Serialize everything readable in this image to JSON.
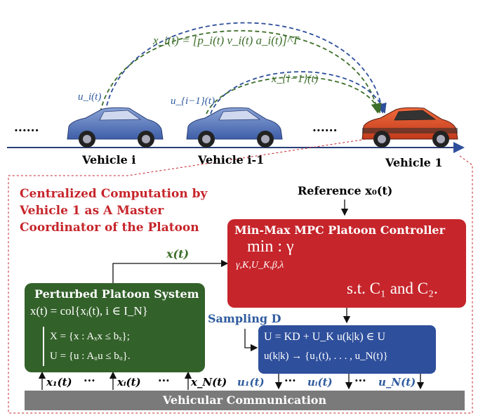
{
  "vehicles": {
    "dots_left": "......",
    "dots_mid": "......",
    "vehicle_i": "Vehicle i",
    "vehicle_i_minus_1": "Vehicle i-1",
    "vehicle_1": "Vehicle 1",
    "u_i": "u_i(t)",
    "u_i_minus_1": "u_{i−1}(t)",
    "state_eq": "x_i(t) = [p_i(t)   v_i(t)   a_i(t)]^T",
    "state_prev": "x_{i−1}(t)"
  },
  "coordination": {
    "title_line1": "Centralized Computation by",
    "title_line2": "Vehicle 1 as A Master",
    "title_line3": "Coordinator of the Platoon",
    "reference": "Reference x₀(t)",
    "x_t": "x(t)",
    "sampling": "Sampling D"
  },
  "controller": {
    "title": "Min-Max MPC Platoon Controller",
    "objective": "min : γ",
    "subscript": "γ,K,U_K,β,λ",
    "constraint": "s.t. C₁ and C₂."
  },
  "system": {
    "title": "Perturbed Platoon System",
    "eq1": "x(t) = col{xᵢ(t), i ∈ I_N}",
    "eq2": "X = {x : Aₓx ≤ bₓ};",
    "eq3": "U = {u : Aᵤu ≤ bᵤ}."
  },
  "control_law": {
    "line1": "U = KD + U_K u(k|k) ∈ U",
    "line2": "u(k|k) → {u₁(t), . . . , u_N(t)}"
  },
  "bus": {
    "label": "Vehicular Communication",
    "x1": "x₁(t)",
    "xi": "xᵢ(t)",
    "xN": "x_N(t)",
    "u1": "u₁(t)",
    "ui": "uᵢ(t)",
    "uN": "u_N(t)",
    "dots": "···"
  },
  "colors": {
    "red": "#c6252b",
    "green": "#33612a",
    "blue": "#2e4f9c",
    "gray": "#7a7a7a"
  }
}
